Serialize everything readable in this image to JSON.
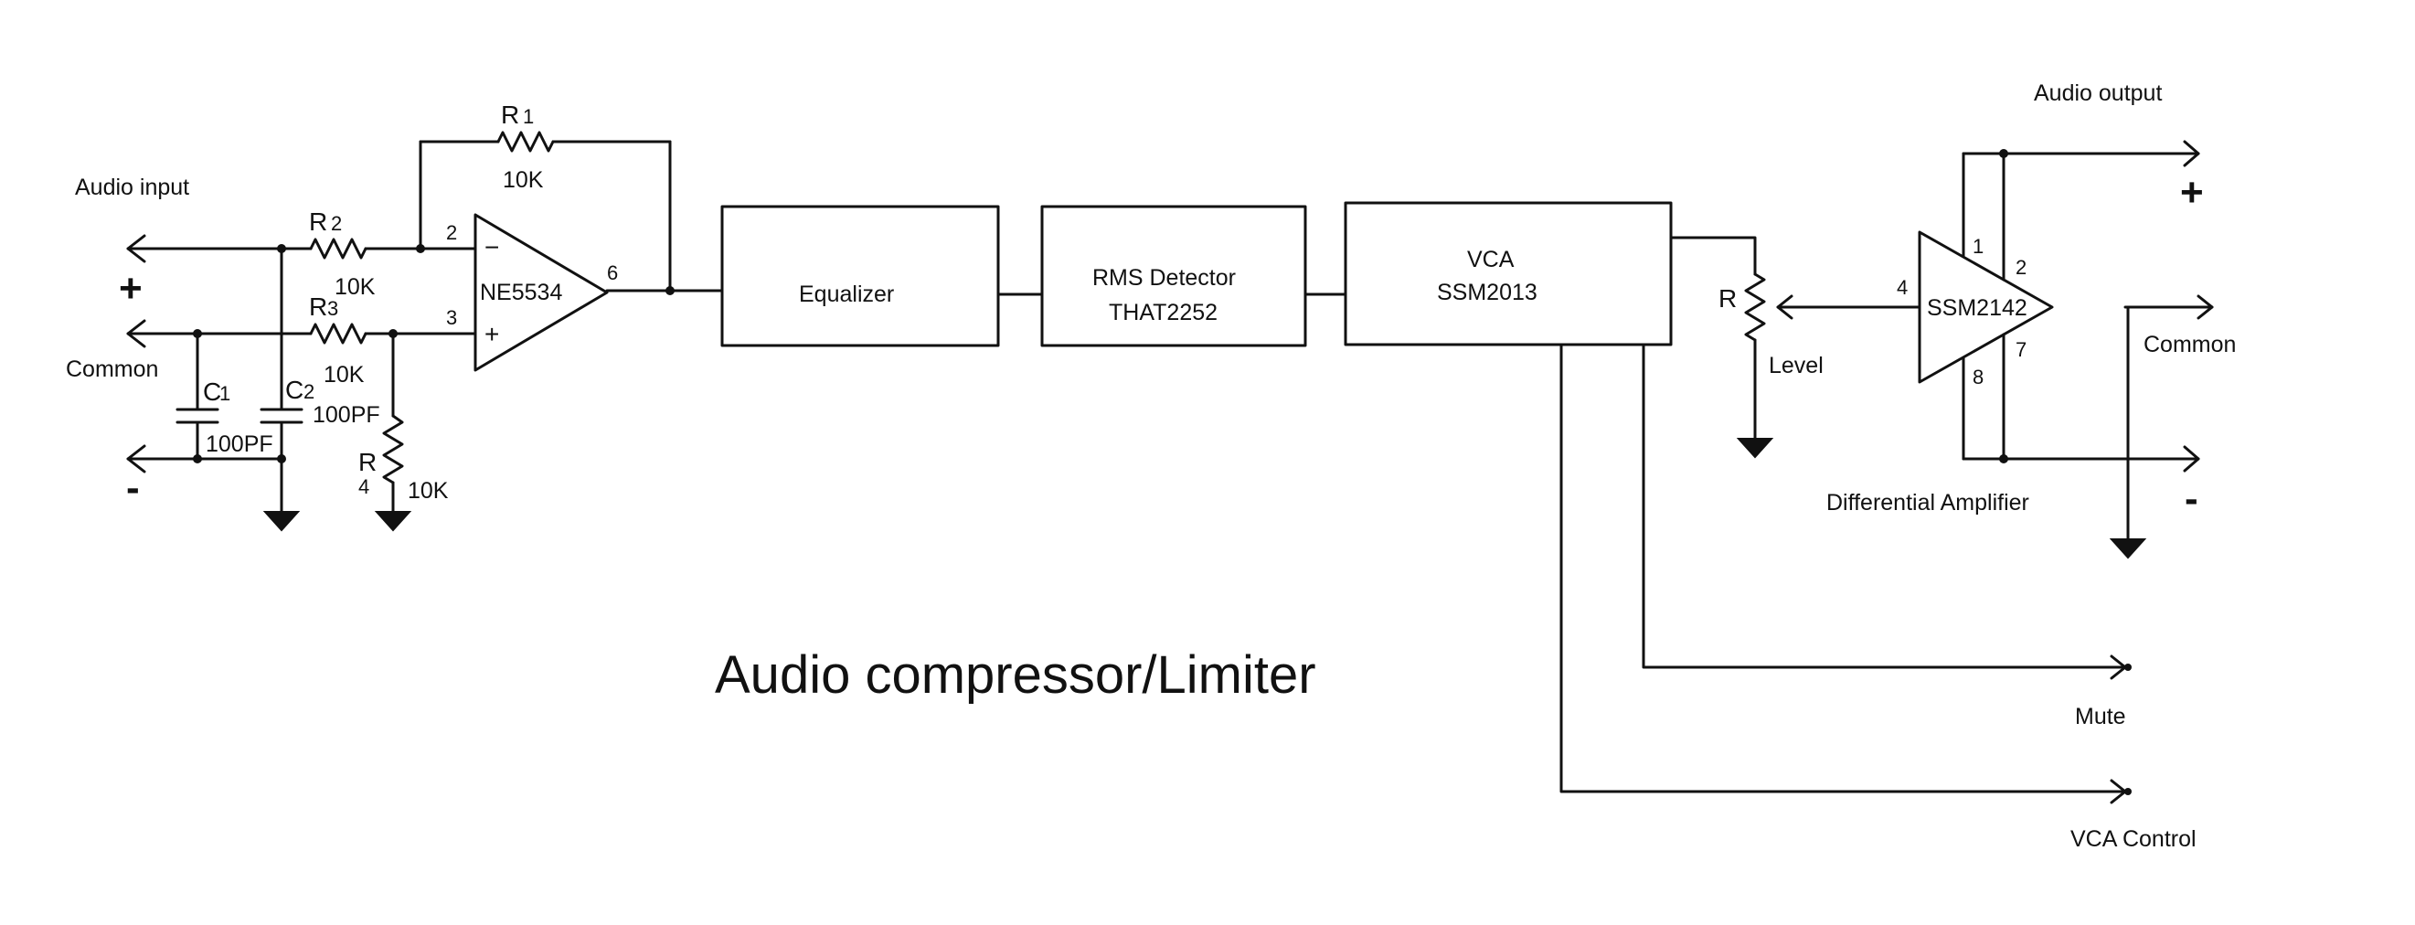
{
  "title": "Audio compressor/Limiter",
  "labels": {
    "audio_input": "Audio input",
    "audio_output": "Audio output",
    "common_in": "Common",
    "common_out": "Common",
    "plus": "+",
    "minus": "-",
    "mute": "Mute",
    "vca_control": "VCA Control",
    "level": "Level",
    "diff_amp": "Differential Amplifier"
  },
  "components": {
    "r1": {
      "name": "R",
      "num": "1",
      "value": "10K"
    },
    "r2": {
      "name": "R",
      "num": "2",
      "value": "10K"
    },
    "r3": {
      "name": "R",
      "num": "3",
      "value": "10K"
    },
    "r4": {
      "name": "R",
      "num": "4",
      "value": "10K"
    },
    "c1": {
      "name": "C",
      "num": "1",
      "value": "100PF"
    },
    "c2": {
      "name": "C",
      "num": "2",
      "value": "100PF"
    },
    "rpot": {
      "name": "R"
    },
    "opamp": {
      "name": "NE5534",
      "pin_inv": "2",
      "pin_noninv": "3",
      "pin_out": "6",
      "minus": "−",
      "plus": "+"
    },
    "diffamp": {
      "name": "SSM2142",
      "pin4": "4",
      "pin1": "1",
      "pin2": "2",
      "pin7": "7",
      "pin8": "8"
    }
  },
  "blocks": {
    "equalizer": {
      "line1": "Equalizer"
    },
    "rms": {
      "line1": "RMS Detector",
      "line2": "THAT2252"
    },
    "vca": {
      "line1": "VCA",
      "line2": "SSM2013"
    }
  }
}
